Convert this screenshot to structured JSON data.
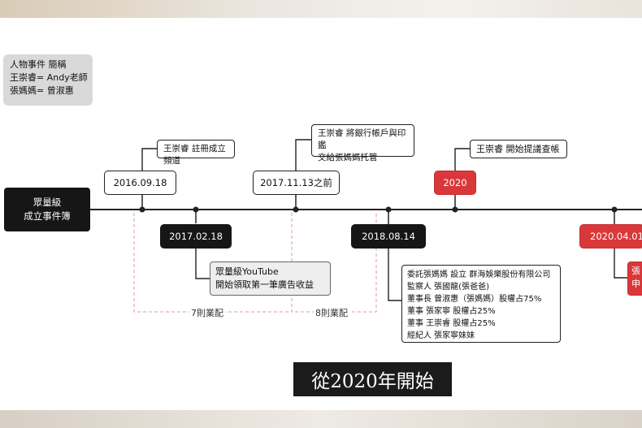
{
  "legend": {
    "title": "人物事件 簡稱",
    "line1": "王崇睿= Andy老師",
    "line2": "張媽媽= 曾淑惠"
  },
  "root_label": {
    "line1": "眾量級",
    "line2": "成立事件簿"
  },
  "events": {
    "d20160918": "2016.09.18",
    "d20170218": "2017.02.18",
    "d20171113": "2017.11.13之前",
    "d20180814": "2018.08.14",
    "d2020": "2020",
    "d20200401": "2020.04.01"
  },
  "notes": {
    "channel": "王崇睿 註冊成立頻道",
    "youtube_1": "眾量級YouTube",
    "youtube_2": "開始領取第一筆廣告收益",
    "bank_1": "王崇睿 將銀行帳戶與印鑑",
    "bank_2": "交給張媽媽托管",
    "audit": "王崇睿 開始提議查帳",
    "company_1": "委託張媽媽 設立 群海娛樂股份有限公司",
    "company_2": "監察人 張國龍(張爸爸)",
    "company_3": "董事長 曾淑惠（張媽媽）股權占75%",
    "company_4": "董事 張家寧 股權占25%",
    "company_5": "董事 王崇睿 股權占25%",
    "company_6": "經紀人 張家寧妹妹",
    "cut_1": "張",
    "cut_2": "申"
  },
  "spans": {
    "span1": "7則業配",
    "span2": "8則業配"
  },
  "subtitle": "從2020年開始",
  "colors": {
    "accent_red": "#d9383a",
    "dark": "#161616"
  }
}
